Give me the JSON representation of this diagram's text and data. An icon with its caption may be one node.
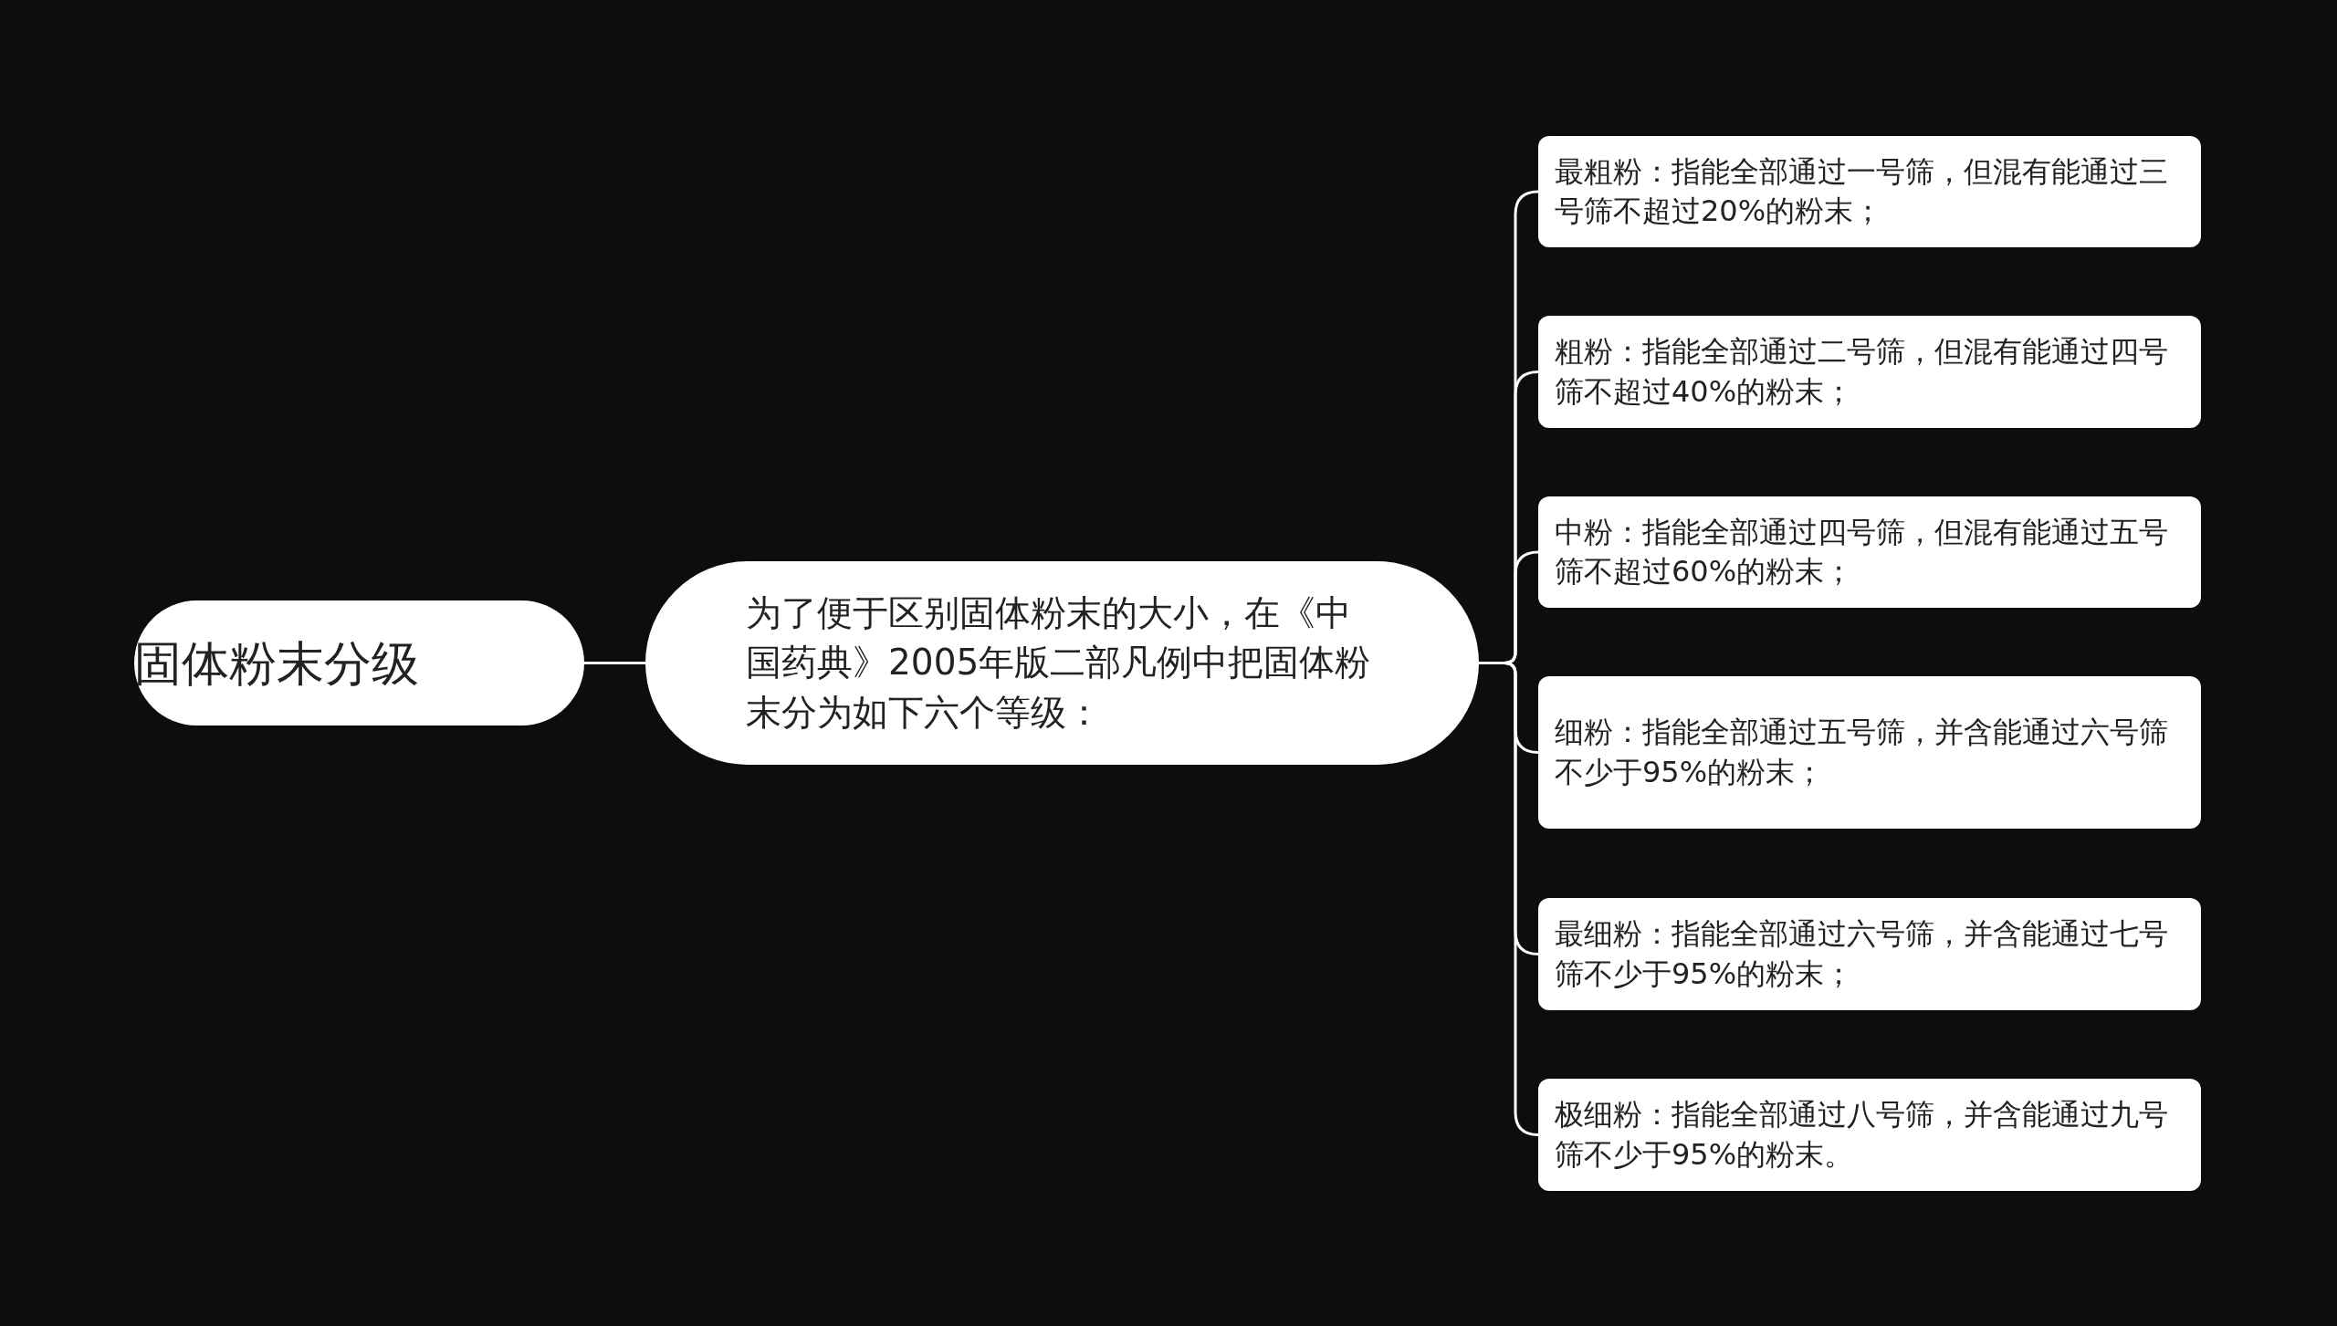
{
  "diagram": {
    "nodes": [
      {
        "text": [
          "固体粉末分级"
        ]
      },
      {
        "text": [
          "为了便于区别固体粉末的大小，在《中国药典》2005年版二部凡例中把固体粉末分为如下六个等级："
        ]
      },
      {
        "text": [
          "最粗粉：指能全部通过一号筛，但混有能通过三号筛不超过20%的粉末；"
        ]
      },
      {
        "text": [
          "粗粉：指能全部通过二号筛，但混有能通过四号筛不超过40%的粉末；"
        ]
      },
      {
        "text": [
          "中粉：指能全部通过四号筛，但混有能通过五号筛不超过60%的粉末；"
        ]
      },
      {
        "text": [
          "细粉：指能全部通过五号筛，并含能通过六号筛不少于95%的粉末；"
        ]
      },
      {
        "text": [
          "最细粉：指能全部通过六号筛，并含能通过七号筛不少于95%的粉末；"
        ]
      },
      {
        "text": [
          "极细粉：指能全部通过八号筛，并含能通过九号筛不少于95%的粉末。"
        ]
      }
    ],
    "edges": [
      {
        "from": 0,
        "to": 1,
        "arrow": "none"
      },
      {
        "from": 1,
        "to": 2,
        "arrow": "none"
      },
      {
        "from": 1,
        "to": 3,
        "arrow": "none"
      },
      {
        "from": 1,
        "to": 4,
        "arrow": "none"
      },
      {
        "from": 1,
        "to": 5,
        "arrow": "none"
      },
      {
        "from": 1,
        "to": 6,
        "arrow": "none"
      },
      {
        "from": 1,
        "to": 7,
        "arrow": "none"
      }
    ]
  }
}
